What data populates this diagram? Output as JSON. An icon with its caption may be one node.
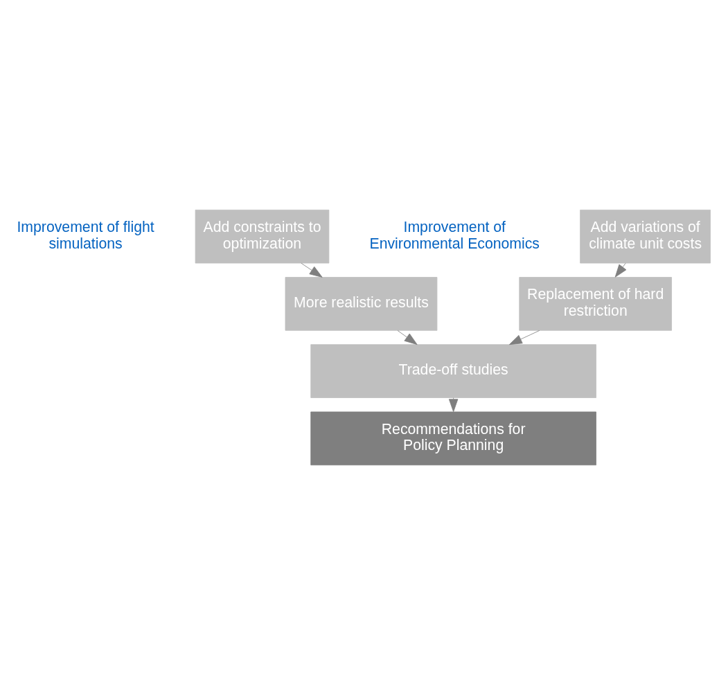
{
  "diagram": {
    "nodes": [
      {
        "text": [
          "Add variations of climate unit costs"
        ]
      },
      {
        "text": [
          "Add constraints to optimization"
        ]
      },
      {
        "text": [
          "Replacement of hard restriction"
        ]
      },
      {
        "text": [
          "More realistic results"
        ]
      },
      {
        "text": [
          "Trade-off studies"
        ]
      },
      {
        "text": [
          "Recommendations for Policy Planning"
        ]
      }
    ],
    "edges": [
      {
        "from": 0,
        "to": 2,
        "arrow": "to"
      },
      {
        "from": 1,
        "to": 3,
        "arrow": "to"
      },
      {
        "from": 2,
        "to": 4,
        "arrow": "to"
      },
      {
        "from": 3,
        "to": 4,
        "arrow": "to"
      },
      {
        "from": 4,
        "to": 5,
        "arrow": "to"
      }
    ],
    "labels": [
      "Improvement of Environmental Economics",
      "Improvement of flight simulations"
    ]
  }
}
